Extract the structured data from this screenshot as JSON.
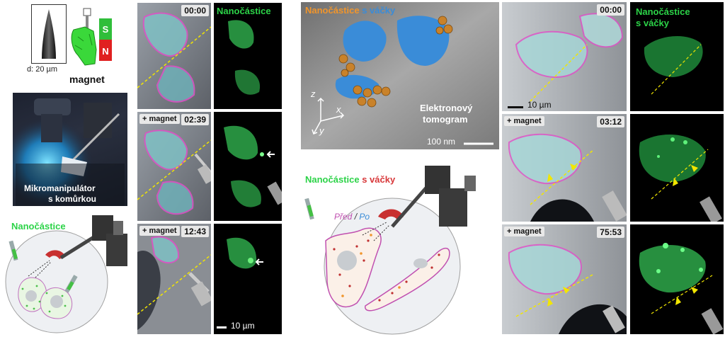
{
  "left": {
    "needle_dim": "d: 20 µm",
    "magnet_label": "magnet",
    "magnet_s": "S",
    "magnet_n": "N",
    "photo_label_line1": "Mikromanipulátor",
    "photo_label_line2": "s komůrkou",
    "schematic_title": "Nanočástice"
  },
  "panelA": {
    "times": [
      "00:00",
      "02:39",
      "12:43"
    ],
    "magnet_prefix": "+ magnet",
    "fluor_label": "Nanočástice",
    "scale_bar": "10 µm"
  },
  "middle": {
    "tomo_title_part1": "Nanočástice",
    "tomo_title_part2": "s váčky",
    "tomo_label_line1": "Elektronový",
    "tomo_label_line2": "tomogram",
    "tomo_scale": "100 nm",
    "axis_z": "z",
    "axis_x": "x",
    "axis_y": "y",
    "schematic_title_part1": "Nanočástice",
    "schematic_title_part2": "s váčky",
    "pred": "Před",
    "slash": "/",
    "po": "Po"
  },
  "panelB": {
    "times": [
      "00:00",
      "03:12",
      "75:53"
    ],
    "magnet_prefix": "+ magnet",
    "fluor_label_line1": "Nanočástice",
    "fluor_label_line2": "s váčky",
    "scale_bar": "10 µm"
  },
  "colors": {
    "green": "#2cd348",
    "orange": "#f0952c",
    "blue": "#3a8cd8",
    "red": "#d8383a",
    "yellow": "#f2e600"
  }
}
